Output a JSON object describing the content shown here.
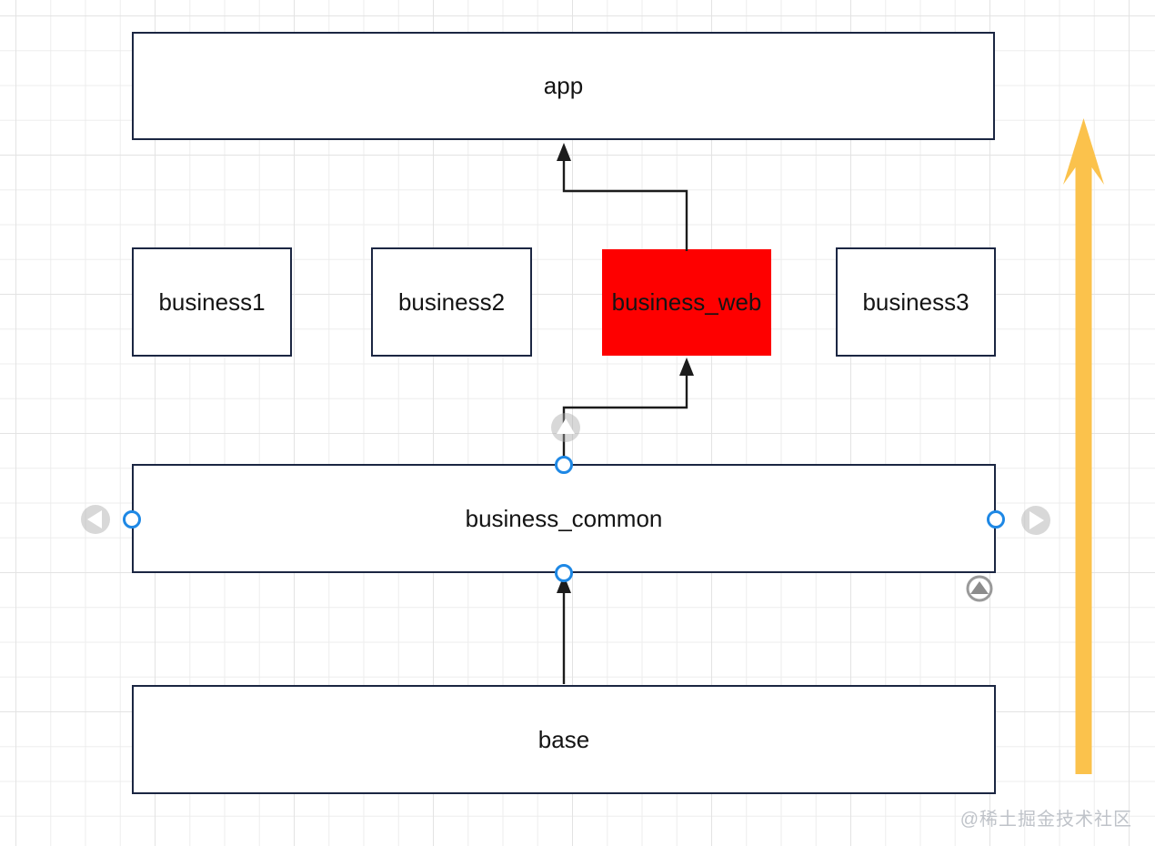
{
  "canvas": {
    "watermark": "@稀土掘金技术社区"
  },
  "palette": {
    "node_border": "#1b2642",
    "node_fill": "#ffffff",
    "node_text": "#141414",
    "highlight_fill": "#fe0000",
    "edge_color": "#1c1c1c",
    "selection_blue": "#1e88e5",
    "control_gray": "#a8a8a8",
    "big_arrow_yellow": "#fbc24c",
    "grid_line": "#ededed",
    "watermark_gray": "#bfc3c9"
  },
  "nodes": {
    "app": {
      "label": "app"
    },
    "business1": {
      "label": "business1"
    },
    "business2": {
      "label": "business2"
    },
    "business_web": {
      "label": "business_web",
      "highlighted": true
    },
    "business3": {
      "label": "business3"
    },
    "business_common": {
      "label": "business_common",
      "selected": true
    },
    "base": {
      "label": "base"
    }
  },
  "edges": [
    {
      "from": "business_web",
      "to": "app",
      "shape": "orthogonal",
      "arrow": "filled-triangle"
    },
    {
      "from": "business_common",
      "to": "business_web",
      "shape": "orthogonal",
      "arrow": "filled-triangle"
    },
    {
      "from": "base",
      "to": "business_common",
      "shape": "straight",
      "arrow": "filled-triangle"
    }
  ],
  "selection": {
    "node": "business_common",
    "connection_points": [
      "top",
      "left",
      "right",
      "bottom"
    ],
    "direction_arrows": [
      "up",
      "left",
      "right"
    ],
    "extra_control": "circled-up-arrow"
  },
  "decorations": {
    "big_arrow_direction": "up"
  }
}
